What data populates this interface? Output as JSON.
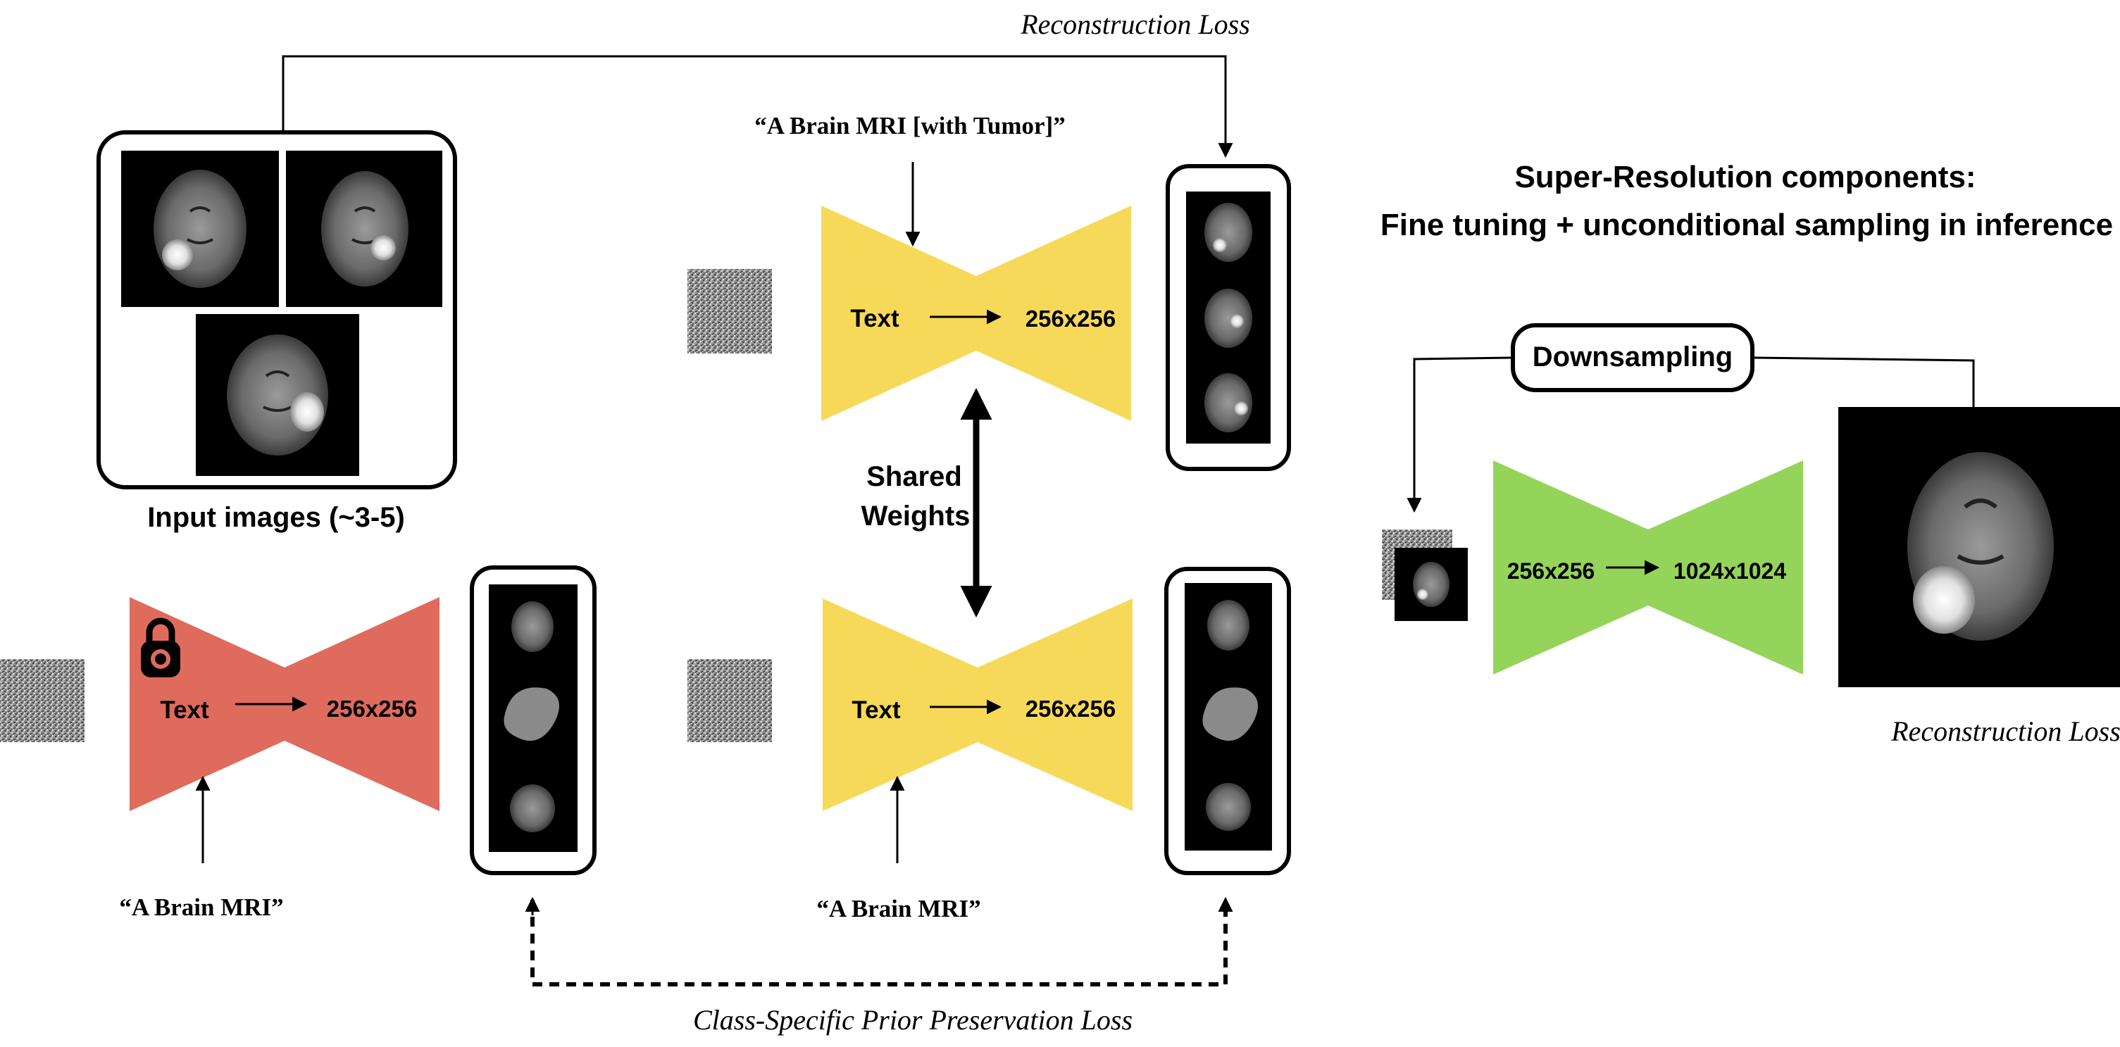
{
  "labels": {
    "recon_loss_top": "Reconstruction Loss",
    "prompt_tumor": "“A Brain MRI [with Tumor]”",
    "input_images": "Input images (~3-5)",
    "prompt_brain_left": "“A Brain MRI”",
    "prompt_brain_mid": "“A Brain MRI”",
    "shared_weights_1": "Shared",
    "shared_weights_2": "Weights",
    "prior_loss": "Class-Specific Prior Preservation Loss",
    "sr_title_1": "Super-Resolution components:",
    "sr_title_2": "Fine tuning + unconditional sampling in inference",
    "downsampling": "Downsampling",
    "recon_loss_right": "Reconstruction Loss"
  },
  "models": {
    "frozen": {
      "input": "Text",
      "output": "256x256",
      "color": "#df6b5d",
      "locked": true
    },
    "finetune_top": {
      "input": "Text",
      "output": "256x256",
      "color": "#f7d95a"
    },
    "finetune_bottom": {
      "input": "Text",
      "output": "256x256",
      "color": "#f7d95a"
    },
    "super_res": {
      "input": "256x256",
      "output": "1024x1024",
      "color": "#95d45a"
    }
  },
  "colors": {
    "frozen": "#df6b5d",
    "finetune": "#f7d95a",
    "super_res": "#95d45a",
    "line": "#000000"
  }
}
